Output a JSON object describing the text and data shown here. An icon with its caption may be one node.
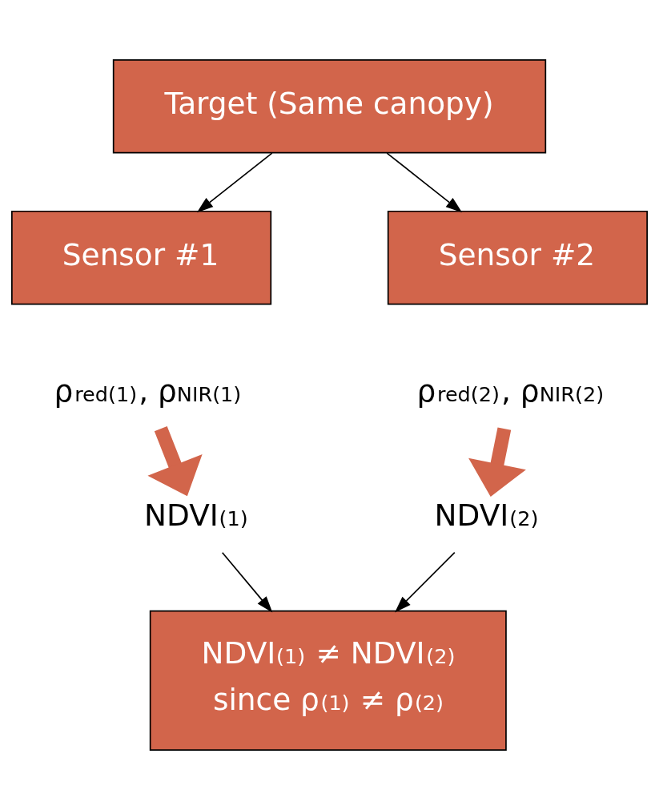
{
  "diagram": {
    "nodes": [
      {
        "text": [
          "Target (Same canopy)"
        ]
      },
      {
        "text": [
          "Sensor #1"
        ]
      },
      {
        "text": [
          "Sensor #2"
        ]
      },
      {
        "text": [
          "ρ$_{red(1)}$, ρ$_{NIR(1)}$"
        ]
      },
      {
        "text": [
          "ρ$_{red(2)}$, ρ$_{NIR(2)}$"
        ]
      },
      {
        "text": [
          "NDVI$_{(1)}$"
        ]
      },
      {
        "text": [
          "NDVI$_{(2)}$"
        ]
      },
      {
        "text": [
          "NDVI$_{(1)}$ ≠ NDVI$_{(2)}$",
          "since ρ$_{(1)}$ ≠ ρ$_{(2)}$"
        ]
      }
    ],
    "edges": [
      {
        "from": 0,
        "to": 1,
        "arrow": "to"
      },
      {
        "from": 0,
        "to": 2,
        "arrow": "to"
      },
      {
        "from": 3,
        "to": 5,
        "arrow": "to",
        "style": "thick",
        "color": "#d2654b"
      },
      {
        "from": 4,
        "to": 6,
        "arrow": "to",
        "style": "thick",
        "color": "#d2654b"
      },
      {
        "from": 5,
        "to": 7,
        "arrow": "to"
      },
      {
        "from": 6,
        "to": 7,
        "arrow": "to"
      }
    ]
  }
}
